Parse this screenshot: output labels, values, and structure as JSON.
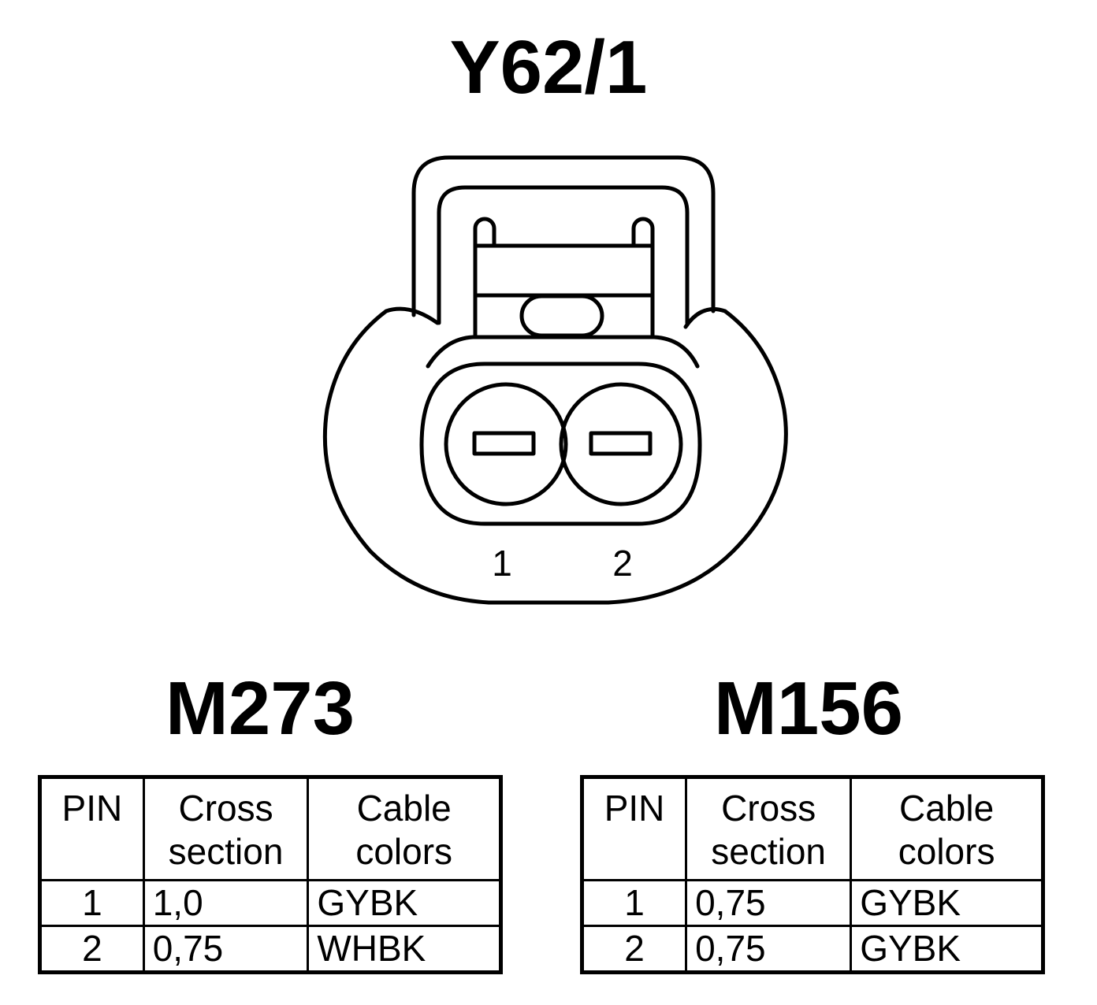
{
  "connector": {
    "title": "Y62/1",
    "pin_labels": [
      "1",
      "2"
    ]
  },
  "tables": [
    {
      "title": "M273",
      "headers": [
        "PIN",
        "Cross\nsection",
        "Cable\ncolors"
      ],
      "rows": [
        {
          "pin": "1",
          "cross_section": "1,0",
          "cable_color": "GYBK"
        },
        {
          "pin": "2",
          "cross_section": "0,75",
          "cable_color": "WHBK"
        }
      ]
    },
    {
      "title": "M156",
      "headers": [
        "PIN",
        "Cross\nsection",
        "Cable\ncolors"
      ],
      "rows": [
        {
          "pin": "1",
          "cross_section": "0,75",
          "cable_color": "GYBK"
        },
        {
          "pin": "2",
          "cross_section": "0,75",
          "cable_color": "GYBK"
        }
      ]
    }
  ]
}
